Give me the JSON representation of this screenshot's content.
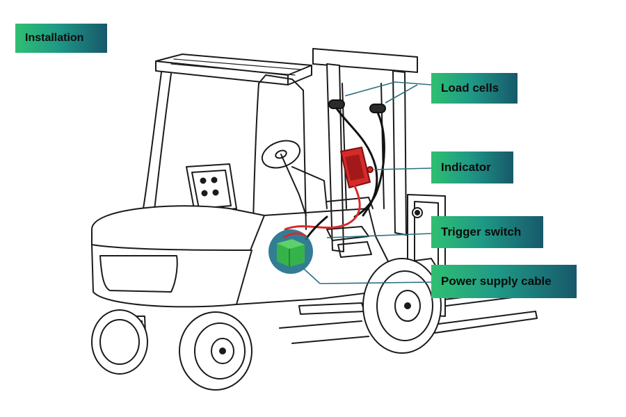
{
  "title": "Installation",
  "callouts": [
    {
      "id": "load_cells",
      "label": "Load cells"
    },
    {
      "id": "indicator",
      "label": "Indicator"
    },
    {
      "id": "trigger_switch",
      "label": "Trigger switch"
    },
    {
      "id": "power_supply_cable",
      "label": "Power supply cable"
    }
  ],
  "colors": {
    "label_gradient_start": "#2fbf71",
    "label_gradient_end": "#17586b",
    "leader_line": "#2a6f7e",
    "indicator_red": "#d62a2a",
    "battery_green": "#35b34a",
    "battery_circle": "#1d6f88",
    "outline": "#1a1a1a"
  }
}
